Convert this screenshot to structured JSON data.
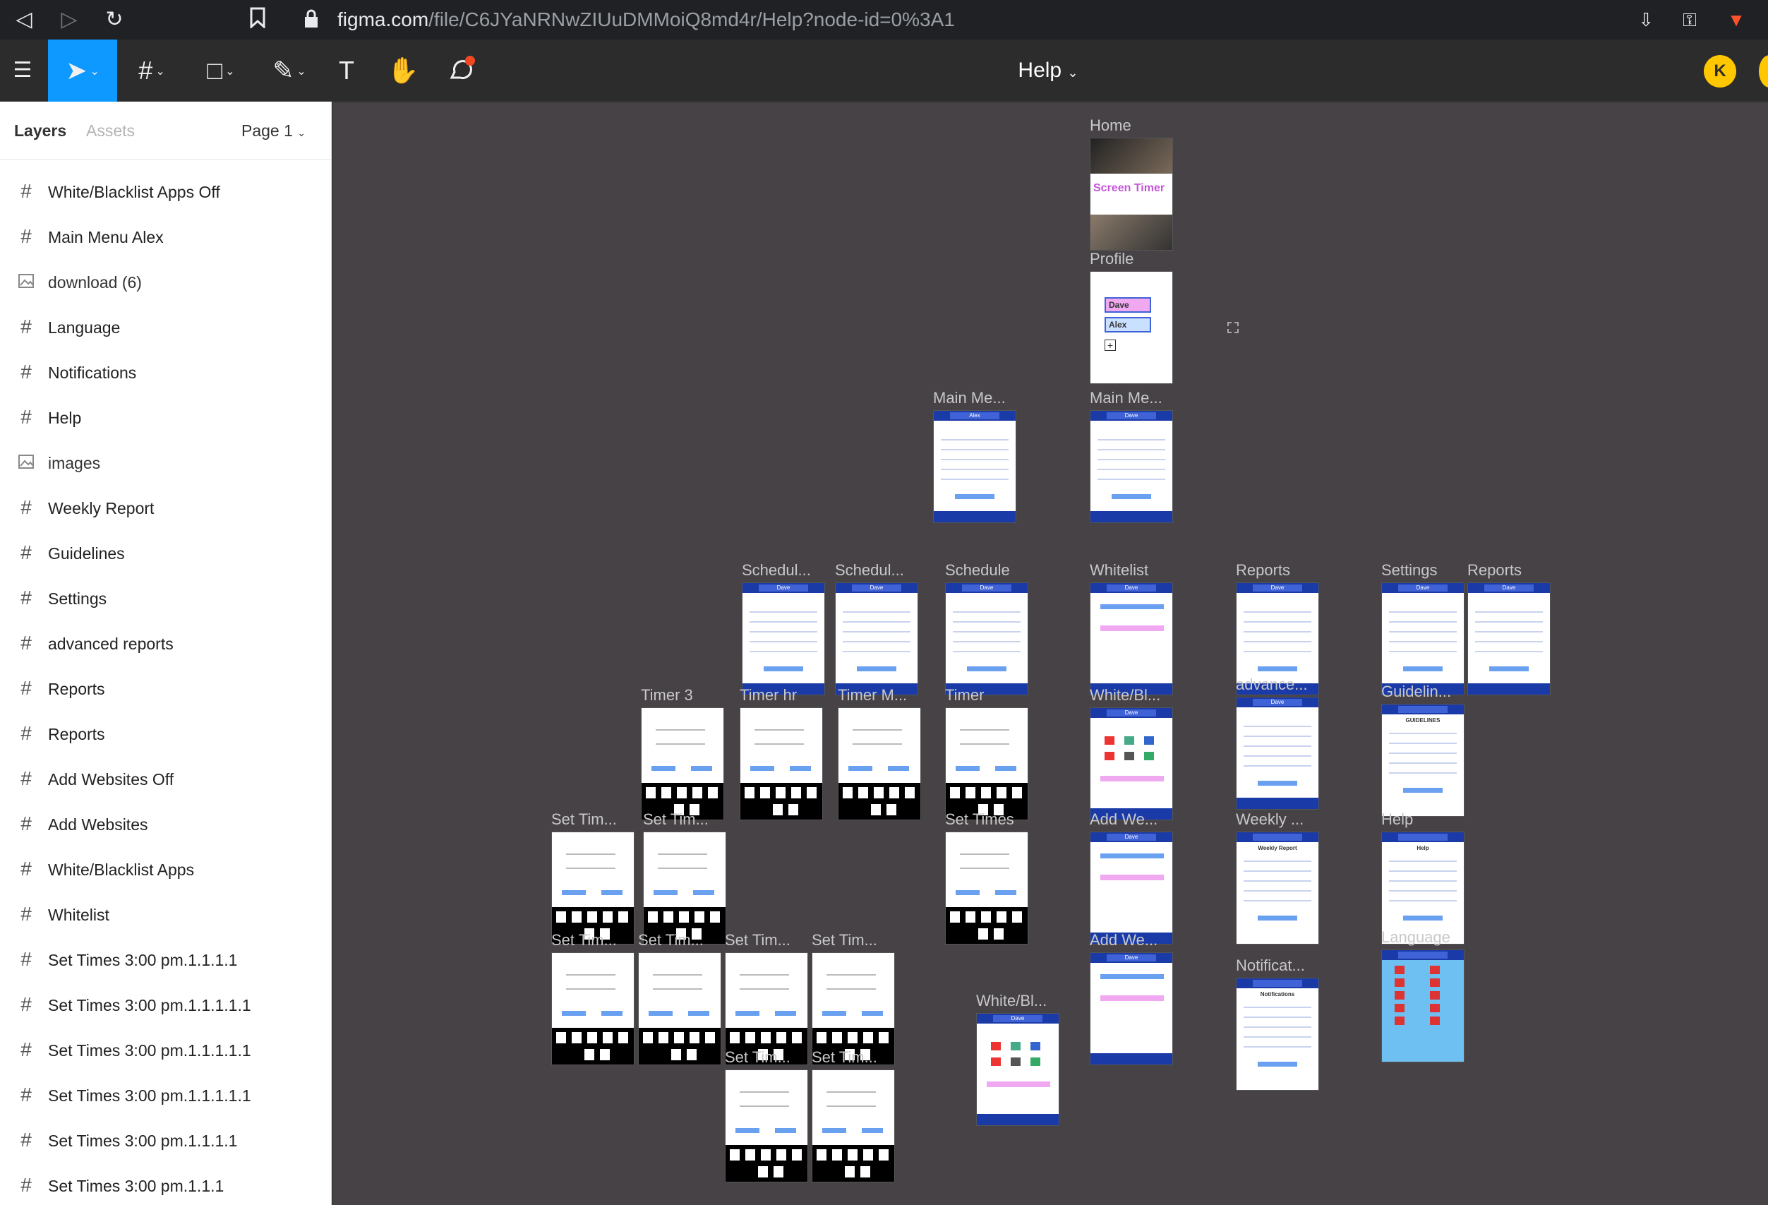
{
  "browser": {
    "url_host": "figma.com",
    "url_path": "/file/C6JYaNRNwZIUuDMMoiQ8md4r/Help?node-id=0%3A1"
  },
  "toolbar": {
    "file_title": "Help",
    "user_initial": "K"
  },
  "panel": {
    "tab_layers": "Layers",
    "tab_assets": "Assets",
    "page_label": "Page 1",
    "layers": [
      {
        "type": "frame",
        "name": "White/Blacklist Apps Off"
      },
      {
        "type": "frame",
        "name": "Main Menu Alex"
      },
      {
        "type": "image",
        "name": "download (6)"
      },
      {
        "type": "frame",
        "name": "Language"
      },
      {
        "type": "frame",
        "name": "Notifications"
      },
      {
        "type": "frame",
        "name": "Help"
      },
      {
        "type": "image",
        "name": "images"
      },
      {
        "type": "frame",
        "name": "Weekly Report"
      },
      {
        "type": "frame",
        "name": "Guidelines"
      },
      {
        "type": "frame",
        "name": "Settings"
      },
      {
        "type": "frame",
        "name": "advanced reports"
      },
      {
        "type": "frame",
        "name": "Reports"
      },
      {
        "type": "frame",
        "name": "Reports"
      },
      {
        "type": "frame",
        "name": "Add Websites Off"
      },
      {
        "type": "frame",
        "name": "Add Websites"
      },
      {
        "type": "frame",
        "name": "White/Blacklist Apps"
      },
      {
        "type": "frame",
        "name": "Whitelist"
      },
      {
        "type": "frame",
        "name": "Set Times 3:00 pm.1.1.1.1"
      },
      {
        "type": "frame",
        "name": "Set Times 3:00 pm.1.1.1.1.1"
      },
      {
        "type": "frame",
        "name": "Set Times 3:00 pm.1.1.1.1.1"
      },
      {
        "type": "frame",
        "name": "Set Times 3:00 pm.1.1.1.1.1"
      },
      {
        "type": "frame",
        "name": "Set Times 3:00 pm.1.1.1.1"
      },
      {
        "type": "frame",
        "name": "Set Times 3:00 pm.1.1.1"
      }
    ]
  },
  "canvas": {
    "frames": [
      {
        "label": "Home",
        "kind": "home",
        "text": "Screen Timer"
      },
      {
        "label": "Profile",
        "kind": "profile",
        "users": [
          "Dave",
          "Alex"
        ]
      },
      {
        "label": "Main Me...",
        "kind": "menu",
        "user": "Alex"
      },
      {
        "label": "Main Me...",
        "kind": "menu",
        "user": "Dave"
      },
      {
        "label": "Schedul...",
        "kind": "schedule",
        "user": "Dave"
      },
      {
        "label": "Schedul...",
        "kind": "schedule",
        "user": "Dave"
      },
      {
        "label": "Schedule",
        "kind": "schedule",
        "user": "Dave"
      },
      {
        "label": "Whitelist",
        "kind": "whitelist",
        "user": "Dave"
      },
      {
        "label": "Reports",
        "kind": "reports",
        "user": "Dave"
      },
      {
        "label": "Settings",
        "kind": "settings",
        "user": "Dave"
      },
      {
        "label": "Reports",
        "kind": "reports",
        "user": "Dave"
      },
      {
        "label": "Timer 3",
        "kind": "timer"
      },
      {
        "label": "Timer hr",
        "kind": "timer"
      },
      {
        "label": "Timer M...",
        "kind": "timer"
      },
      {
        "label": "Timer",
        "kind": "timer"
      },
      {
        "label": "White/Bl...",
        "kind": "apps",
        "user": "Dave"
      },
      {
        "label": "advance...",
        "kind": "reports",
        "user": "Dave"
      },
      {
        "label": "Guidelin...",
        "kind": "doc",
        "text": "GUIDELINES"
      },
      {
        "label": "Set Tim...",
        "kind": "settimes"
      },
      {
        "label": "Set Tim...",
        "kind": "settimes"
      },
      {
        "label": "Set Times",
        "kind": "settimes"
      },
      {
        "label": "Add We...",
        "kind": "addweb",
        "user": "Dave"
      },
      {
        "label": "Weekly ...",
        "kind": "weekly",
        "text": "Weekly Report"
      },
      {
        "label": "Help",
        "kind": "help",
        "text": "Help"
      },
      {
        "label": "Set Tim...",
        "kind": "settimes"
      },
      {
        "label": "Set Tim...",
        "kind": "settimes"
      },
      {
        "label": "Set Tim...",
        "kind": "settimes"
      },
      {
        "label": "Set Tim...",
        "kind": "settimes"
      },
      {
        "label": "White/Bl...",
        "kind": "apps",
        "user": "Dave"
      },
      {
        "label": "Add We...",
        "kind": "addweb",
        "user": "Dave"
      },
      {
        "label": "Notificat...",
        "kind": "notif",
        "text": "Notifications"
      },
      {
        "label": "Language",
        "kind": "lang"
      },
      {
        "label": "Set Tim...",
        "kind": "settimes"
      },
      {
        "label": "Set Tim...",
        "kind": "settimes"
      }
    ]
  },
  "colors": {
    "accent": "#0d99ff",
    "canvas_bg": "#464246",
    "toolbar_bg": "#2c2c2c",
    "frame_header": "#1a3aa8"
  }
}
